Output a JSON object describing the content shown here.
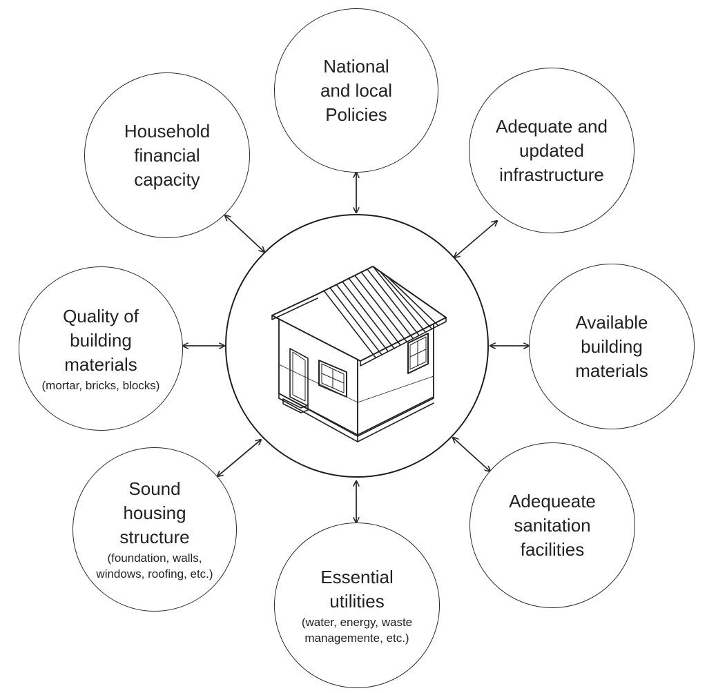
{
  "diagram": {
    "center": {
      "label": ""
    },
    "nodes": [
      {
        "id": "policies",
        "title": "National\nand local\nPolicies",
        "note": ""
      },
      {
        "id": "infrastructure",
        "title": "Adequate and\nupdated\ninfrastructure",
        "note": ""
      },
      {
        "id": "available-materials",
        "title": "Available\nbuilding\nmaterials",
        "note": ""
      },
      {
        "id": "sanitation",
        "title": "Adequeate\nsanitation\nfacilities",
        "note": ""
      },
      {
        "id": "utilities",
        "title": "Essential\nutilities",
        "note": "(water, energy, waste\nmanagemente, etc.)"
      },
      {
        "id": "structure",
        "title": "Sound\nhousing\nstructure",
        "note": "(foundation, walls,\nwindows, roofing, etc.)"
      },
      {
        "id": "quality-materials",
        "title": "Quality of\nbuilding\nmaterials",
        "note": "(mortar, bricks, blocks)"
      },
      {
        "id": "financial",
        "title": "Household\nfinancial\ncapacity",
        "note": ""
      }
    ],
    "connector_style": "double-headed arrows",
    "colors": {
      "line": "#2a2a2a",
      "background": "#ffffff",
      "text": "#222222"
    }
  }
}
